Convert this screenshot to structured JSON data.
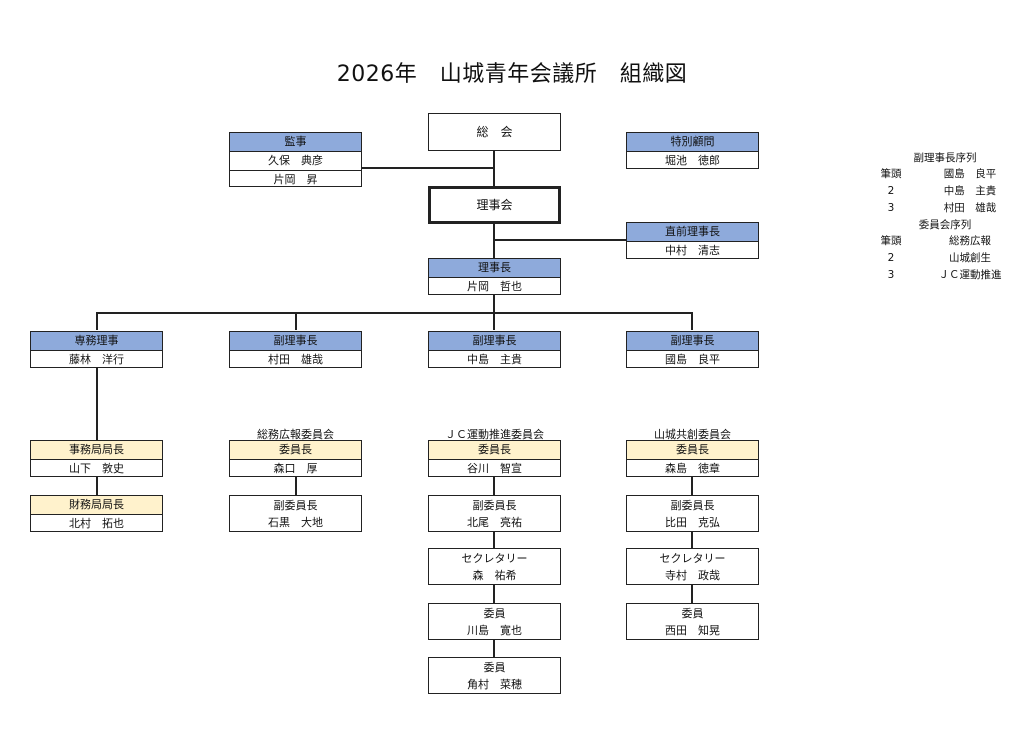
{
  "title": "2026年　山城青年会議所　組織図",
  "general_assembly": "総　会",
  "board": "理事会",
  "auditors": {
    "title": "監事",
    "names": [
      "久保　典彦",
      "片岡　昇"
    ]
  },
  "special_advisor": {
    "title": "特別顧問",
    "name": "堀池　徳郎"
  },
  "past_president": {
    "title": "直前理事長",
    "name": "中村　清志"
  },
  "president": {
    "title": "理事長",
    "name": "片岡　哲也"
  },
  "executives": [
    {
      "title": "専務理事",
      "name": "藤林　洋行"
    },
    {
      "title": "副理事長",
      "name": "村田　雄哉"
    },
    {
      "title": "副理事長",
      "name": "中島　主貴"
    },
    {
      "title": "副理事長",
      "name": "國島　良平"
    }
  ],
  "secretariat": [
    {
      "title": "事務局局長",
      "name": "山下　敦史"
    },
    {
      "title": "財務局局長",
      "name": "北村　拓也"
    }
  ],
  "committees": [
    {
      "name": "総務広報委員会",
      "chair": {
        "title": "委員長",
        "name": "森口　厚"
      },
      "members": [
        {
          "title": "副委員長",
          "name": "石黒　大地"
        }
      ]
    },
    {
      "name": "ＪＣ運動推進委員会",
      "chair": {
        "title": "委員長",
        "name": "谷川　智宣"
      },
      "members": [
        {
          "title": "副委員長",
          "name": "北尾　亮祐"
        },
        {
          "title": "セクレタリー",
          "name": "森　祐希"
        },
        {
          "title": "委員",
          "name": "川島　寛也"
        },
        {
          "title": "委員",
          "name": "角村　菜穂"
        }
      ]
    },
    {
      "name": "山城共創委員会",
      "chair": {
        "title": "委員長",
        "name": "森島　徳章"
      },
      "members": [
        {
          "title": "副委員長",
          "name": "比田　克弘"
        },
        {
          "title": "セクレタリー",
          "name": "寺村　政哉"
        },
        {
          "title": "委員",
          "name": "西田　知晃"
        }
      ]
    }
  ],
  "vp_order": {
    "heading": "副理事長序列",
    "rows": [
      {
        "rank": "筆頭",
        "name": "國島　良平"
      },
      {
        "rank": "2",
        "name": "中島　主貴"
      },
      {
        "rank": "3",
        "name": "村田　雄哉"
      }
    ]
  },
  "committee_order": {
    "heading": "委員会序列",
    "rows": [
      {
        "rank": "筆頭",
        "name": "総務広報"
      },
      {
        "rank": "2",
        "name": "山城創生"
      },
      {
        "rank": "3",
        "name": "ＪＣ運動推進"
      }
    ]
  }
}
